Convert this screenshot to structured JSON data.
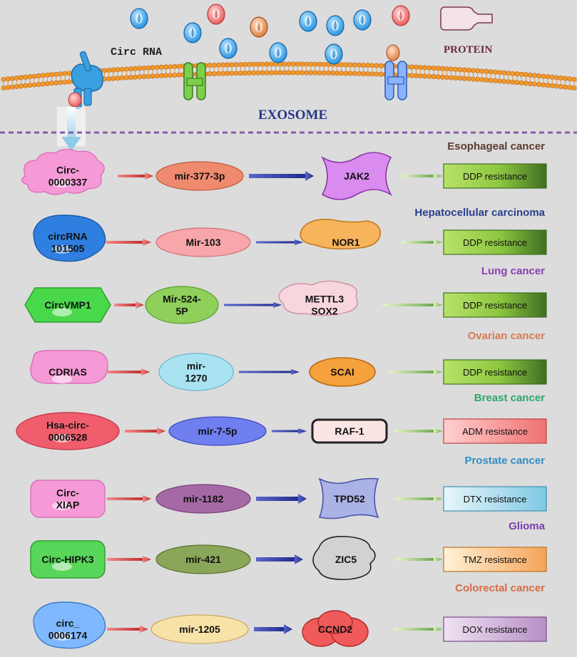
{
  "header": {
    "circ_rna_label": "Circ RNA",
    "protein_label": "PROTEIN",
    "exosome_label": "EXOSOME"
  },
  "pathways": [
    {
      "cancer": "Esophageal cancer",
      "cancer_color": "#5b3a2e",
      "circ": [
        "Circ-",
        "0000337"
      ],
      "mir": [
        "mir-377-3p"
      ],
      "target": [
        "JAK2"
      ],
      "resistance": "DDP resistance"
    },
    {
      "cancer": "Hepatocellular carcinoma",
      "cancer_color": "#2b3f8f",
      "circ": [
        "circRNA",
        "101505"
      ],
      "mir": [
        "Mir-103"
      ],
      "target": [
        "NOR1"
      ],
      "resistance": "DDP resistance"
    },
    {
      "cancer": "Lung cancer",
      "cancer_color": "#8a3fb5",
      "circ": [
        "CircVMP1"
      ],
      "mir": [
        "Mir-524-",
        "5P"
      ],
      "target": [
        "METTL3",
        "SOX2"
      ],
      "resistance": "DDP resistance"
    },
    {
      "cancer": "Ovarian cancer",
      "cancer_color": "#d77a55",
      "circ": [
        "CDRIAS"
      ],
      "mir": [
        "mir-",
        "1270"
      ],
      "target": [
        "SCAI"
      ],
      "resistance": "DDP resistance"
    },
    {
      "cancer": "Breast cancer",
      "cancer_color": "#2aa86a",
      "circ": [
        "Hsa-circ-",
        "0006528"
      ],
      "mir": [
        "mir-7-5p"
      ],
      "target": [
        "RAF-1"
      ],
      "resistance": "ADM resistance"
    },
    {
      "cancer": "Prostate cancer",
      "cancer_color": "#2f8fc4",
      "circ": [
        "Circ-",
        "XIAP"
      ],
      "mir": [
        "mir-1182"
      ],
      "target": [
        "TPD52"
      ],
      "resistance": "DTX resistance"
    },
    {
      "cancer": "Glioma",
      "cancer_color": "#7a3fb0",
      "circ": [
        "Circ-HIPK3"
      ],
      "mir": [
        "mir-421"
      ],
      "target": [
        "ZIC5"
      ],
      "resistance": "TMZ resistance"
    },
    {
      "cancer": "Colorectal cancer",
      "cancer_color": "#d76a45",
      "circ": [
        "circ_",
        "0006174"
      ],
      "mir": [
        "mir-1205"
      ],
      "target": [
        "CCND2"
      ],
      "resistance": "DOX resistance"
    }
  ]
}
